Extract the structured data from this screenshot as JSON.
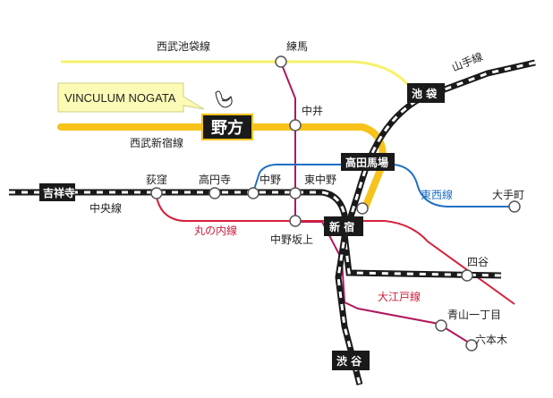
{
  "brand": {
    "name": "VINCULUM NOGATA",
    "accent": "#f7c21c",
    "tag_bg": "#fbfbb6"
  },
  "home": {
    "name": "野方"
  },
  "lines": {
    "seibu_ikebukuro": {
      "name": "西武池袋線",
      "color": "#f5f26a"
    },
    "seibu_shinjuku": {
      "name": "西武新宿線",
      "color": "#f7c21c"
    },
    "tozai": {
      "name": "東西線",
      "color": "#1f6fc4"
    },
    "marunouchi": {
      "name": "丸の内線",
      "color": "#d4223c"
    },
    "oedo": {
      "name": "大江戸線",
      "color": "#b0185c"
    },
    "chuo": {
      "name": "中央線",
      "color": "#1a1a1a"
    },
    "yamanote": {
      "name": "山手線",
      "color": "#1a1a1a"
    }
  },
  "stations": {
    "nerima": "練馬",
    "nakai": "中井",
    "ogikubo": "荻窪",
    "koenji": "高円寺",
    "nakano": "中野",
    "higashi_nakano": "東中野",
    "nakano_sakaue": "中野坂上",
    "otemachi": "大手町",
    "yotsuya": "四谷",
    "aoyama_itchome": "青山一丁目",
    "roppongi": "六本木"
  },
  "hubs": {
    "kichijoji": "吉祥寺",
    "ikebukuro": "池 袋",
    "takadanobaba": "高田馬場",
    "shinjuku": "新 宿",
    "shibuya": "渋 谷"
  }
}
